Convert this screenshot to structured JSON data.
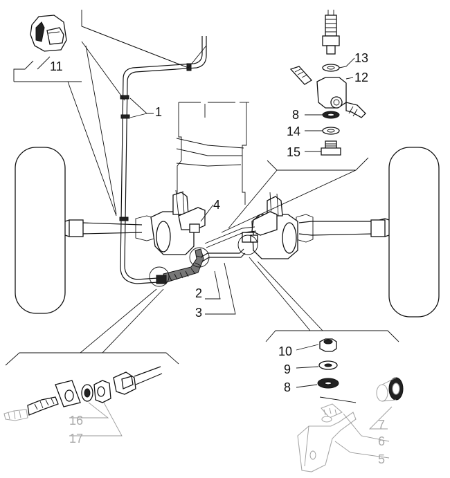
{
  "callouts": [
    {
      "id": "1",
      "faint": false
    },
    {
      "id": "2",
      "faint": false
    },
    {
      "id": "3",
      "faint": false
    },
    {
      "id": "4",
      "faint": false
    },
    {
      "id": "5",
      "faint": true
    },
    {
      "id": "6",
      "faint": true
    },
    {
      "id": "7",
      "faint": true
    },
    {
      "id": "8",
      "faint": false
    },
    {
      "id": "8",
      "faint": false
    },
    {
      "id": "9",
      "faint": false
    },
    {
      "id": "10",
      "faint": false
    },
    {
      "id": "11",
      "faint": false
    },
    {
      "id": "12",
      "faint": false
    },
    {
      "id": "13",
      "faint": false
    },
    {
      "id": "14",
      "faint": false
    },
    {
      "id": "15",
      "faint": false
    },
    {
      "id": "16",
      "faint": true
    },
    {
      "id": "17",
      "faint": true
    }
  ],
  "colors": {
    "ink": "#111111",
    "faint": "#aaaaaa",
    "background": "#ffffff"
  }
}
